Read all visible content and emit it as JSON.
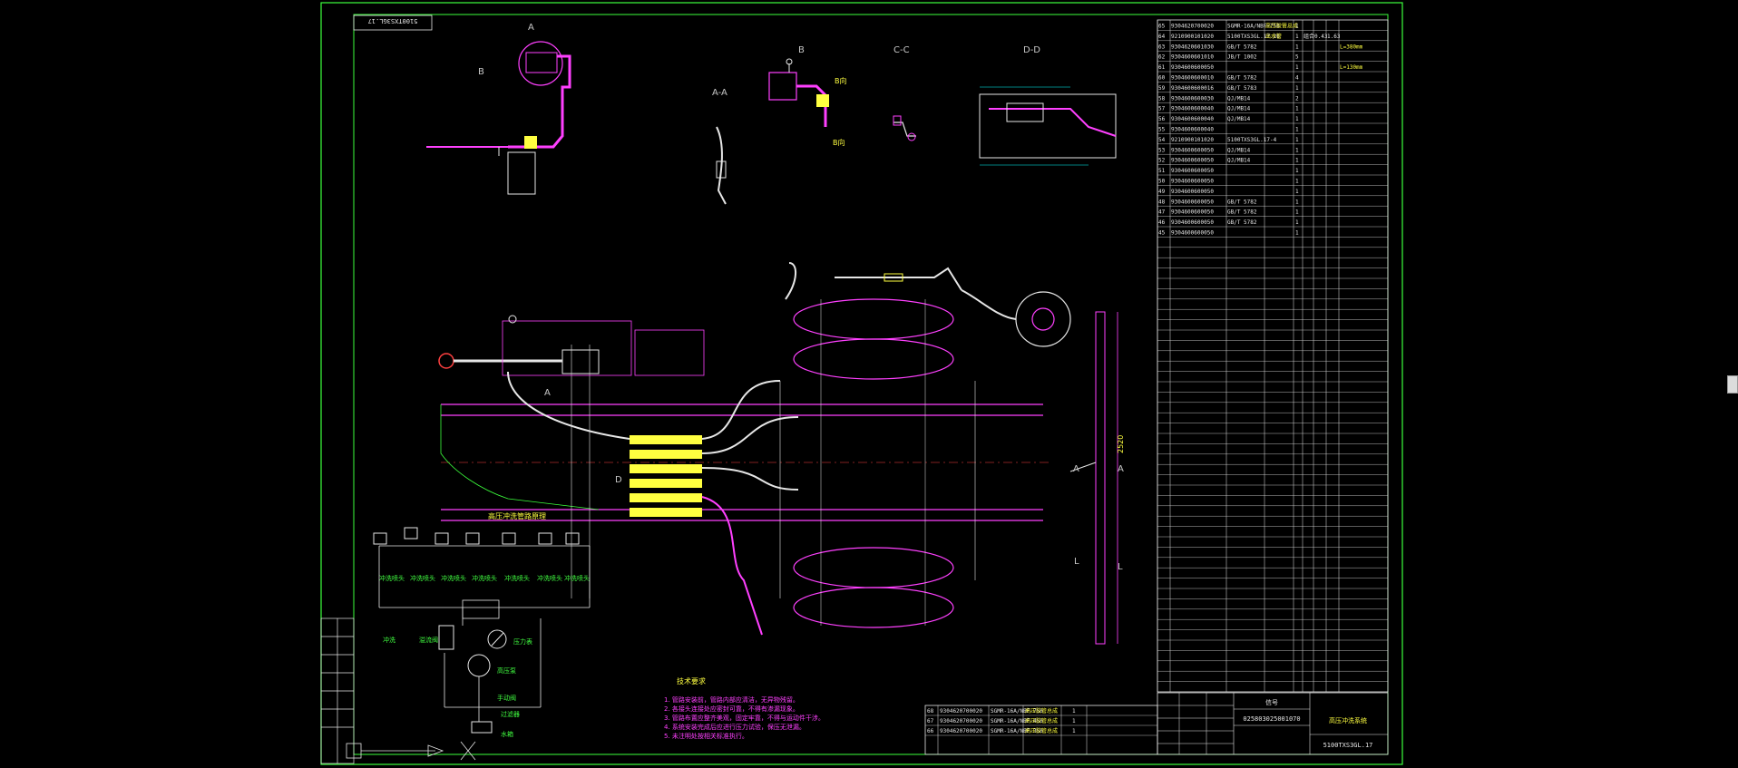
{
  "drawing": {
    "number_tag": "5100TXS3GL.17",
    "title_block": {
      "company": "信号",
      "code": "025803025001070",
      "title": "高压冲洗系统",
      "drawing_no": "5100TXS3GL.17"
    },
    "view_labels": [
      "A",
      "B",
      "B",
      "A-A",
      "C-C",
      "D-D",
      "A",
      "D",
      "L",
      "A",
      "A",
      "L"
    ],
    "schematic_title": "高压冲洗管路原理",
    "schematic_labels": [
      "冲洗喷头",
      "冲洗喷头",
      "冲洗喷头",
      "冲洗喷头",
      "冲洗喷头",
      "冲洗喷头",
      "冲洗喷头",
      "冲洗",
      "高压泵",
      "手动阀",
      "压力表",
      "溢流阀",
      "过滤器",
      "水箱"
    ],
    "notes_title": "技术要求",
    "notes": [
      "1. 管路安装前，管路内部应清洁，无异物残留。",
      "2. 各接头连接处应密封可靠，不得有渗漏现象。",
      "3. 管路布置应整齐美观，固定牢靠，不得与运动件干涉。",
      "4. 系统安装完成后应进行压力试验，保压无泄漏。",
      "5. 未注明处按相关标准执行。"
    ],
    "parts_table": {
      "rows": [
        {
          "no": "65",
          "code": "9304620700020",
          "spec": "SGMR-16A/NBF-750",
          "name": "高压胶管总成",
          "qty": "1",
          "mat": "",
          "w1": "",
          "w2": "",
          "note": ""
        },
        {
          "no": "64",
          "code": "9210900101020",
          "spec": "5100TXS3GL.17.26",
          "name": "出水管",
          "qty": "1",
          "mat": "组合",
          "w1": "0.43",
          "w2": "1.63",
          "note": ""
        },
        {
          "no": "63",
          "code": "9304620601030",
          "spec": "GB/T 5782",
          "name": "",
          "qty": "1",
          "mat": "",
          "w1": "",
          "w2": "",
          "note": "L=380mm"
        },
        {
          "no": "62",
          "code": "9304600601010",
          "spec": "JB/T 1002",
          "name": "",
          "qty": "5",
          "mat": "",
          "w1": "",
          "w2": "",
          "note": ""
        },
        {
          "no": "61",
          "code": "9304600600050",
          "spec": "",
          "name": "",
          "qty": "1",
          "mat": "",
          "w1": "",
          "w2": "",
          "note": "L=130mm"
        },
        {
          "no": "60",
          "code": "9304600600010",
          "spec": "GB/T 5782",
          "name": "",
          "qty": "4",
          "mat": "",
          "w1": "",
          "w2": "",
          "note": ""
        },
        {
          "no": "59",
          "code": "9304600600016",
          "spec": "GB/T 5783",
          "name": "",
          "qty": "1",
          "mat": "",
          "w1": "",
          "w2": "",
          "note": ""
        },
        {
          "no": "58",
          "code": "9304600600030",
          "spec": "QJ/MB14",
          "name": "",
          "qty": "2",
          "mat": "",
          "w1": "",
          "w2": "",
          "note": ""
        },
        {
          "no": "57",
          "code": "9304600600040",
          "spec": "QJ/MB14",
          "name": "",
          "qty": "1",
          "mat": "",
          "w1": "",
          "w2": "",
          "note": ""
        },
        {
          "no": "56",
          "code": "9304600600040",
          "spec": "QJ/MB14",
          "name": "",
          "qty": "1",
          "mat": "",
          "w1": "",
          "w2": "",
          "note": ""
        },
        {
          "no": "55",
          "code": "9304600600040",
          "spec": "",
          "name": "",
          "qty": "1",
          "mat": "",
          "w1": "",
          "w2": "",
          "note": ""
        },
        {
          "no": "54",
          "code": "9210900101020",
          "spec": "5100TXS3GL.17-4",
          "name": "",
          "qty": "1",
          "mat": "",
          "w1": "",
          "w2": "",
          "note": ""
        },
        {
          "no": "53",
          "code": "9304600600050",
          "spec": "QJ/MB14",
          "name": "",
          "qty": "1",
          "mat": "",
          "w1": "",
          "w2": "",
          "note": ""
        },
        {
          "no": "52",
          "code": "9304600600050",
          "spec": "QJ/MB14",
          "name": "",
          "qty": "1",
          "mat": "",
          "w1": "",
          "w2": "",
          "note": ""
        },
        {
          "no": "51",
          "code": "9304600600050",
          "spec": "",
          "name": "",
          "qty": "1",
          "mat": "",
          "w1": "",
          "w2": "",
          "note": ""
        },
        {
          "no": "50",
          "code": "9304600600050",
          "spec": "",
          "name": "",
          "qty": "1",
          "mat": "",
          "w1": "",
          "w2": "",
          "note": ""
        },
        {
          "no": "49",
          "code": "9304600600050",
          "spec": "",
          "name": "",
          "qty": "1",
          "mat": "",
          "w1": "",
          "w2": "",
          "note": ""
        },
        {
          "no": "48",
          "code": "9304600600050",
          "spec": "GB/T 5782",
          "name": "",
          "qty": "1",
          "mat": "",
          "w1": "",
          "w2": "",
          "note": ""
        },
        {
          "no": "47",
          "code": "9304600600050",
          "spec": "GB/T 5782",
          "name": "",
          "qty": "1",
          "mat": "",
          "w1": "",
          "w2": "",
          "note": ""
        },
        {
          "no": "46",
          "code": "9304600600050",
          "spec": "GB/T 5782",
          "name": "",
          "qty": "1",
          "mat": "",
          "w1": "",
          "w2": "",
          "note": ""
        },
        {
          "no": "45",
          "code": "9304600600050",
          "spec": "",
          "name": "",
          "qty": "1",
          "mat": "",
          "w1": "",
          "w2": "",
          "note": ""
        }
      ]
    },
    "mini_table": {
      "rows": [
        {
          "no": "68",
          "code": "9304620700020",
          "spec": "SGMR-16A/NBF-750",
          "name": "高压胶管总成",
          "qty": "1"
        },
        {
          "no": "67",
          "code": "9304620700020",
          "spec": "SGMR-16A/NBF-450",
          "name": "高压胶管总成",
          "qty": "1"
        },
        {
          "no": "66",
          "code": "9304620700020",
          "spec": "SGMR-16A/NBF-350",
          "name": "高压胶管总成",
          "qty": "1"
        }
      ]
    }
  }
}
